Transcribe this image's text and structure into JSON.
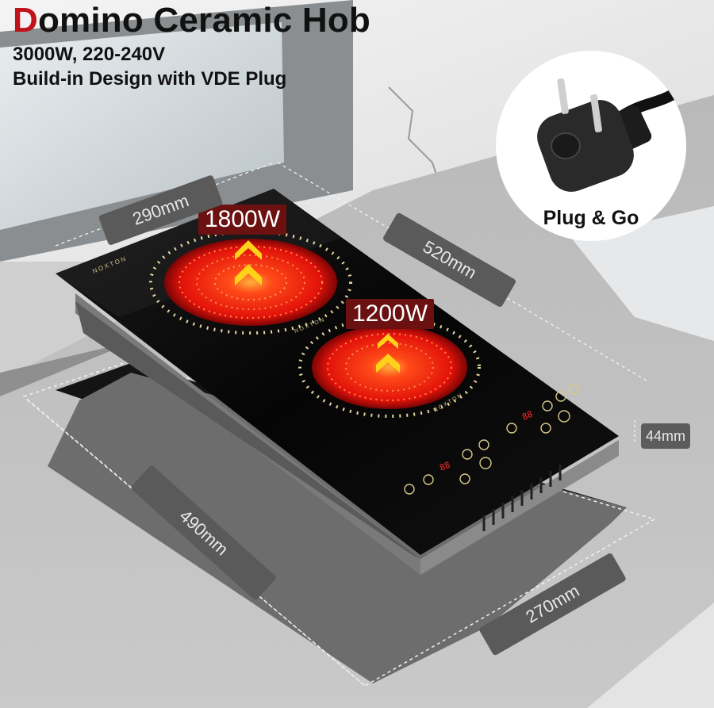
{
  "title": {
    "first_letter": "D",
    "rest": "omino Ceramic Hob"
  },
  "subtitle_line1": "3000W, 220-240V",
  "subtitle_line2": "Build-in Design with VDE Plug",
  "zones": {
    "large_power": "1800W",
    "small_power": "1200W"
  },
  "plug_label": "Plug & Go",
  "brand": "NOXTON",
  "dimensions": {
    "width_top": "290mm",
    "length_top": "520mm",
    "height": "44mm",
    "cutout_length": "490mm",
    "cutout_width": "270mm"
  },
  "display_value": "88",
  "colors": {
    "title_accent": "#c0121a",
    "power_tag": "#6b1111",
    "glass": "#0a0a0a",
    "zone_glow": "#ff2a10"
  }
}
